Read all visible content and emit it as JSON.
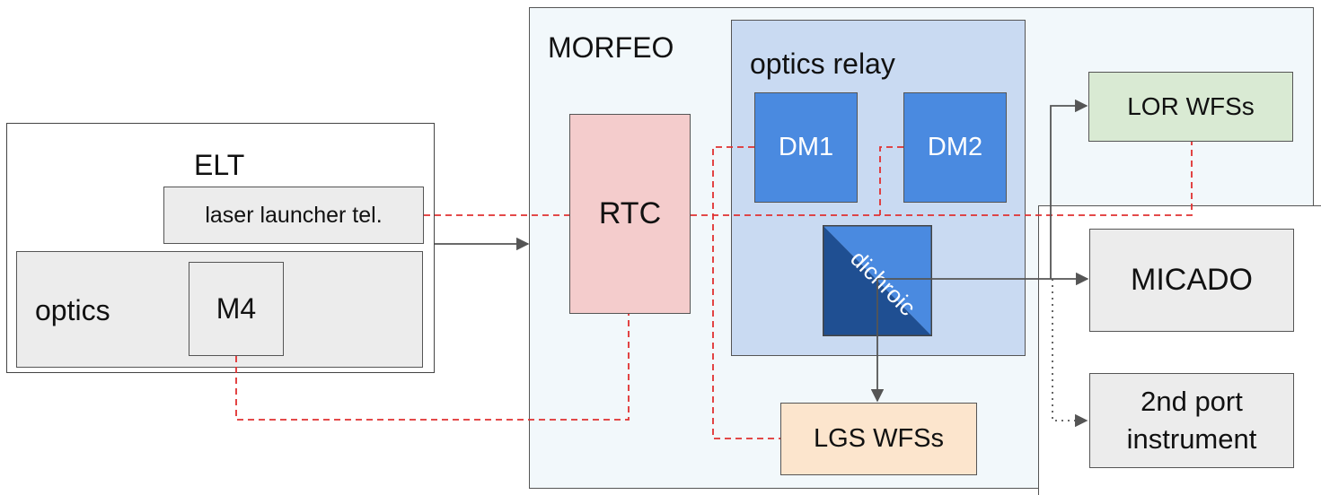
{
  "elt": {
    "title": "ELT",
    "laser_launcher": "laser launcher tel.",
    "optics": "optics",
    "m4": "M4"
  },
  "morfeo": {
    "title": "MORFEO",
    "rtc": "RTC",
    "optics_relay": {
      "title": "optics relay",
      "dm1": "DM1",
      "dm2": "DM2",
      "dichroic": "dichroic"
    },
    "lgs_wfss": "LGS WFSs",
    "lor_wfss": "LOR WFSs"
  },
  "instruments": {
    "micado": "MICADO",
    "second_port": "2nd port\ninstrument"
  },
  "colors": {
    "frame_bg": "#f2f8fb",
    "gray_box": "#ececec",
    "relay_bg": "#c9daf2",
    "dm_blue": "#4a8ae0",
    "dichroic_dark": "#1f4f92",
    "rtc_pink": "#f4cccc",
    "lgs_orange": "#fce5cd",
    "lor_green": "#d9ead3",
    "control_line": "#e03030",
    "light_path": "#555555"
  }
}
